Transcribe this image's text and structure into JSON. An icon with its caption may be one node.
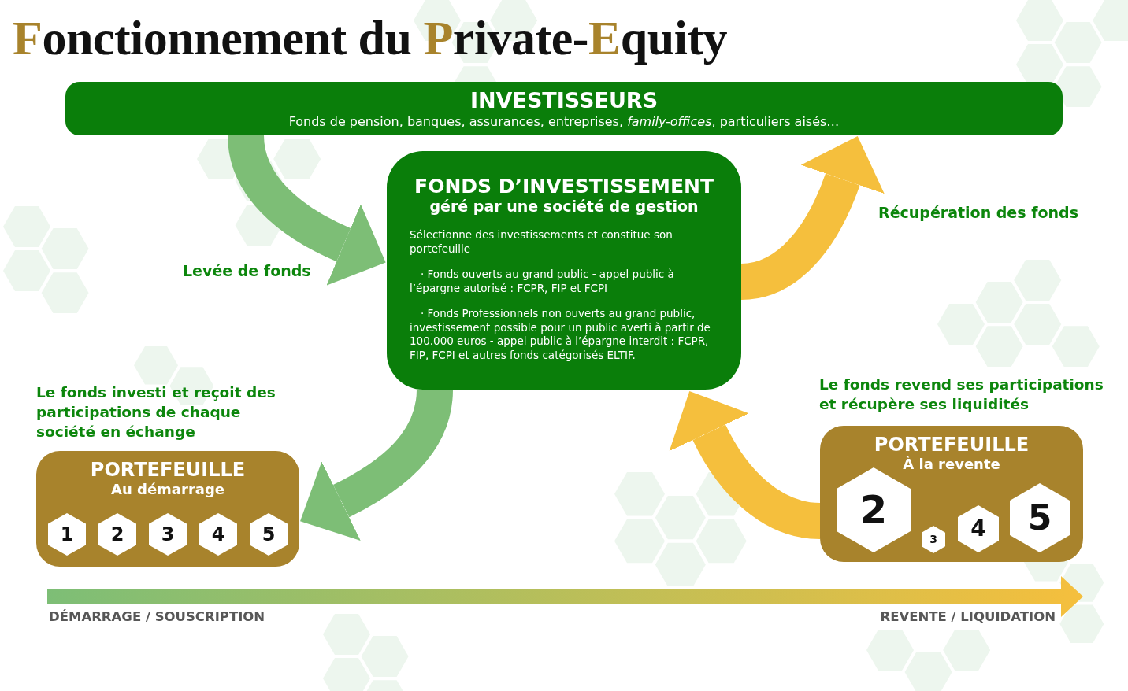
{
  "diagram": {
    "title": "Fonctionnement du Private-Equity",
    "nodes": [
      {
        "text": [
          "INVESTISSEURS",
          "Fonds de pension, banques, assurances, entreprises, *family-offices*, particuliers aisés…"
        ]
      },
      {
        "text": [
          "FONDS D’INVESTISSEMENT",
          "géré par une société de gestion",
          "Sélectionne des investissements et constitue son portefeuille",
          "· Fonds ouverts au grand public - appel public à l’épargne autorisé : FCPR, FIP et FCPI",
          "· Fonds Professionnels non ouverts au grand public, investissement possible pour un public averti à partir de 100.000 euros - appel public à l’épargne interdit : FCPR, FIP, FCPI et autres fonds catégorisés ELTIF."
        ]
      },
      {
        "text": [
          "PORTEFEUILLE",
          "Au démarrage"
        ],
        "beside": [
          "Le fonds investi et reçoit des participations de chaque société en échange"
        ]
      },
      {
        "text": [
          "1"
        ],
        "in": 2
      },
      {
        "text": [
          "2"
        ],
        "in": 2
      },
      {
        "text": [
          "3"
        ],
        "in": 2
      },
      {
        "text": [
          "4"
        ],
        "in": 2
      },
      {
        "text": [
          "5"
        ],
        "in": 2
      },
      {
        "text": [
          "PORTEFEUILLE",
          "À la revente"
        ],
        "beside": [
          "Le fonds revend ses participations et récupère ses liquidités"
        ]
      },
      {
        "text": [
          "2"
        ],
        "in": 8
      },
      {
        "text": [
          "3"
        ],
        "in": 8
      },
      {
        "text": [
          "4"
        ],
        "in": 8
      },
      {
        "text": [
          "5"
        ],
        "in": 8
      }
    ],
    "edges": [
      {
        "from": 0,
        "to": 1,
        "arrow": "to",
        "label": "Levée de fonds",
        "color": "#7dbe76"
      },
      {
        "from": 1,
        "to": 2,
        "arrow": "to",
        "color": "#7dbe76"
      },
      {
        "from": 8,
        "to": 1,
        "arrow": "to",
        "color": "#f5bf3d"
      },
      {
        "from": 1,
        "to": 0,
        "arrow": "to",
        "label": "Récupération des fonds",
        "color": "#f5bf3d"
      }
    ],
    "labels": [
      "DÉMARRAGE / SOUSCRIPTION",
      "REVENTE / LIQUIDATION"
    ]
  }
}
